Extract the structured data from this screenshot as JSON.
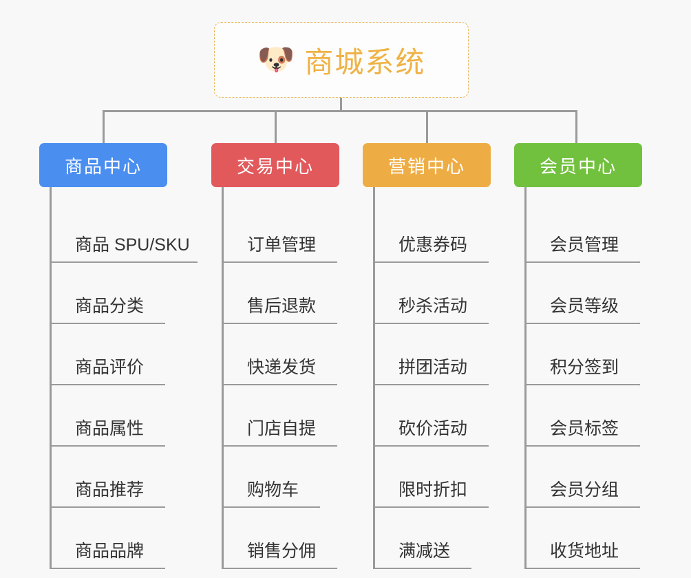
{
  "page": {
    "background_color": "#f8f8f8",
    "line_color": "#9a9a9a"
  },
  "root": {
    "icon": "shiba-dog-face-emoji",
    "emoji": "🐶",
    "title": "商城系统",
    "text_color": "#efb244",
    "border_color": "#e9b860",
    "background_color": "#fdfdfd"
  },
  "columns": [
    {
      "id": "product-center",
      "title": "商品中心",
      "color": "#4a8ef0",
      "items": [
        {
          "label": "商品 SPU/SKU"
        },
        {
          "label": "商品分类"
        },
        {
          "label": "商品评价"
        },
        {
          "label": "商品属性"
        },
        {
          "label": "商品推荐"
        },
        {
          "label": "商品品牌"
        }
      ]
    },
    {
      "id": "trade-center",
      "title": "交易中心",
      "color": "#e2595c",
      "items": [
        {
          "label": "订单管理"
        },
        {
          "label": "售后退款"
        },
        {
          "label": "快递发货"
        },
        {
          "label": "门店自提"
        },
        {
          "label": "购物车"
        },
        {
          "label": "销售分佣"
        }
      ]
    },
    {
      "id": "marketing-center",
      "title": "营销中心",
      "color": "#eead44",
      "items": [
        {
          "label": "优惠券码"
        },
        {
          "label": "秒杀活动"
        },
        {
          "label": "拼团活动"
        },
        {
          "label": "砍价活动"
        },
        {
          "label": "限时折扣"
        },
        {
          "label": "满减送"
        }
      ]
    },
    {
      "id": "member-center",
      "title": "会员中心",
      "color": "#72c13e",
      "items": [
        {
          "label": "会员管理"
        },
        {
          "label": "会员等级"
        },
        {
          "label": "积分签到"
        },
        {
          "label": "会员标签"
        },
        {
          "label": "会员分组"
        },
        {
          "label": "收货地址"
        }
      ]
    }
  ]
}
